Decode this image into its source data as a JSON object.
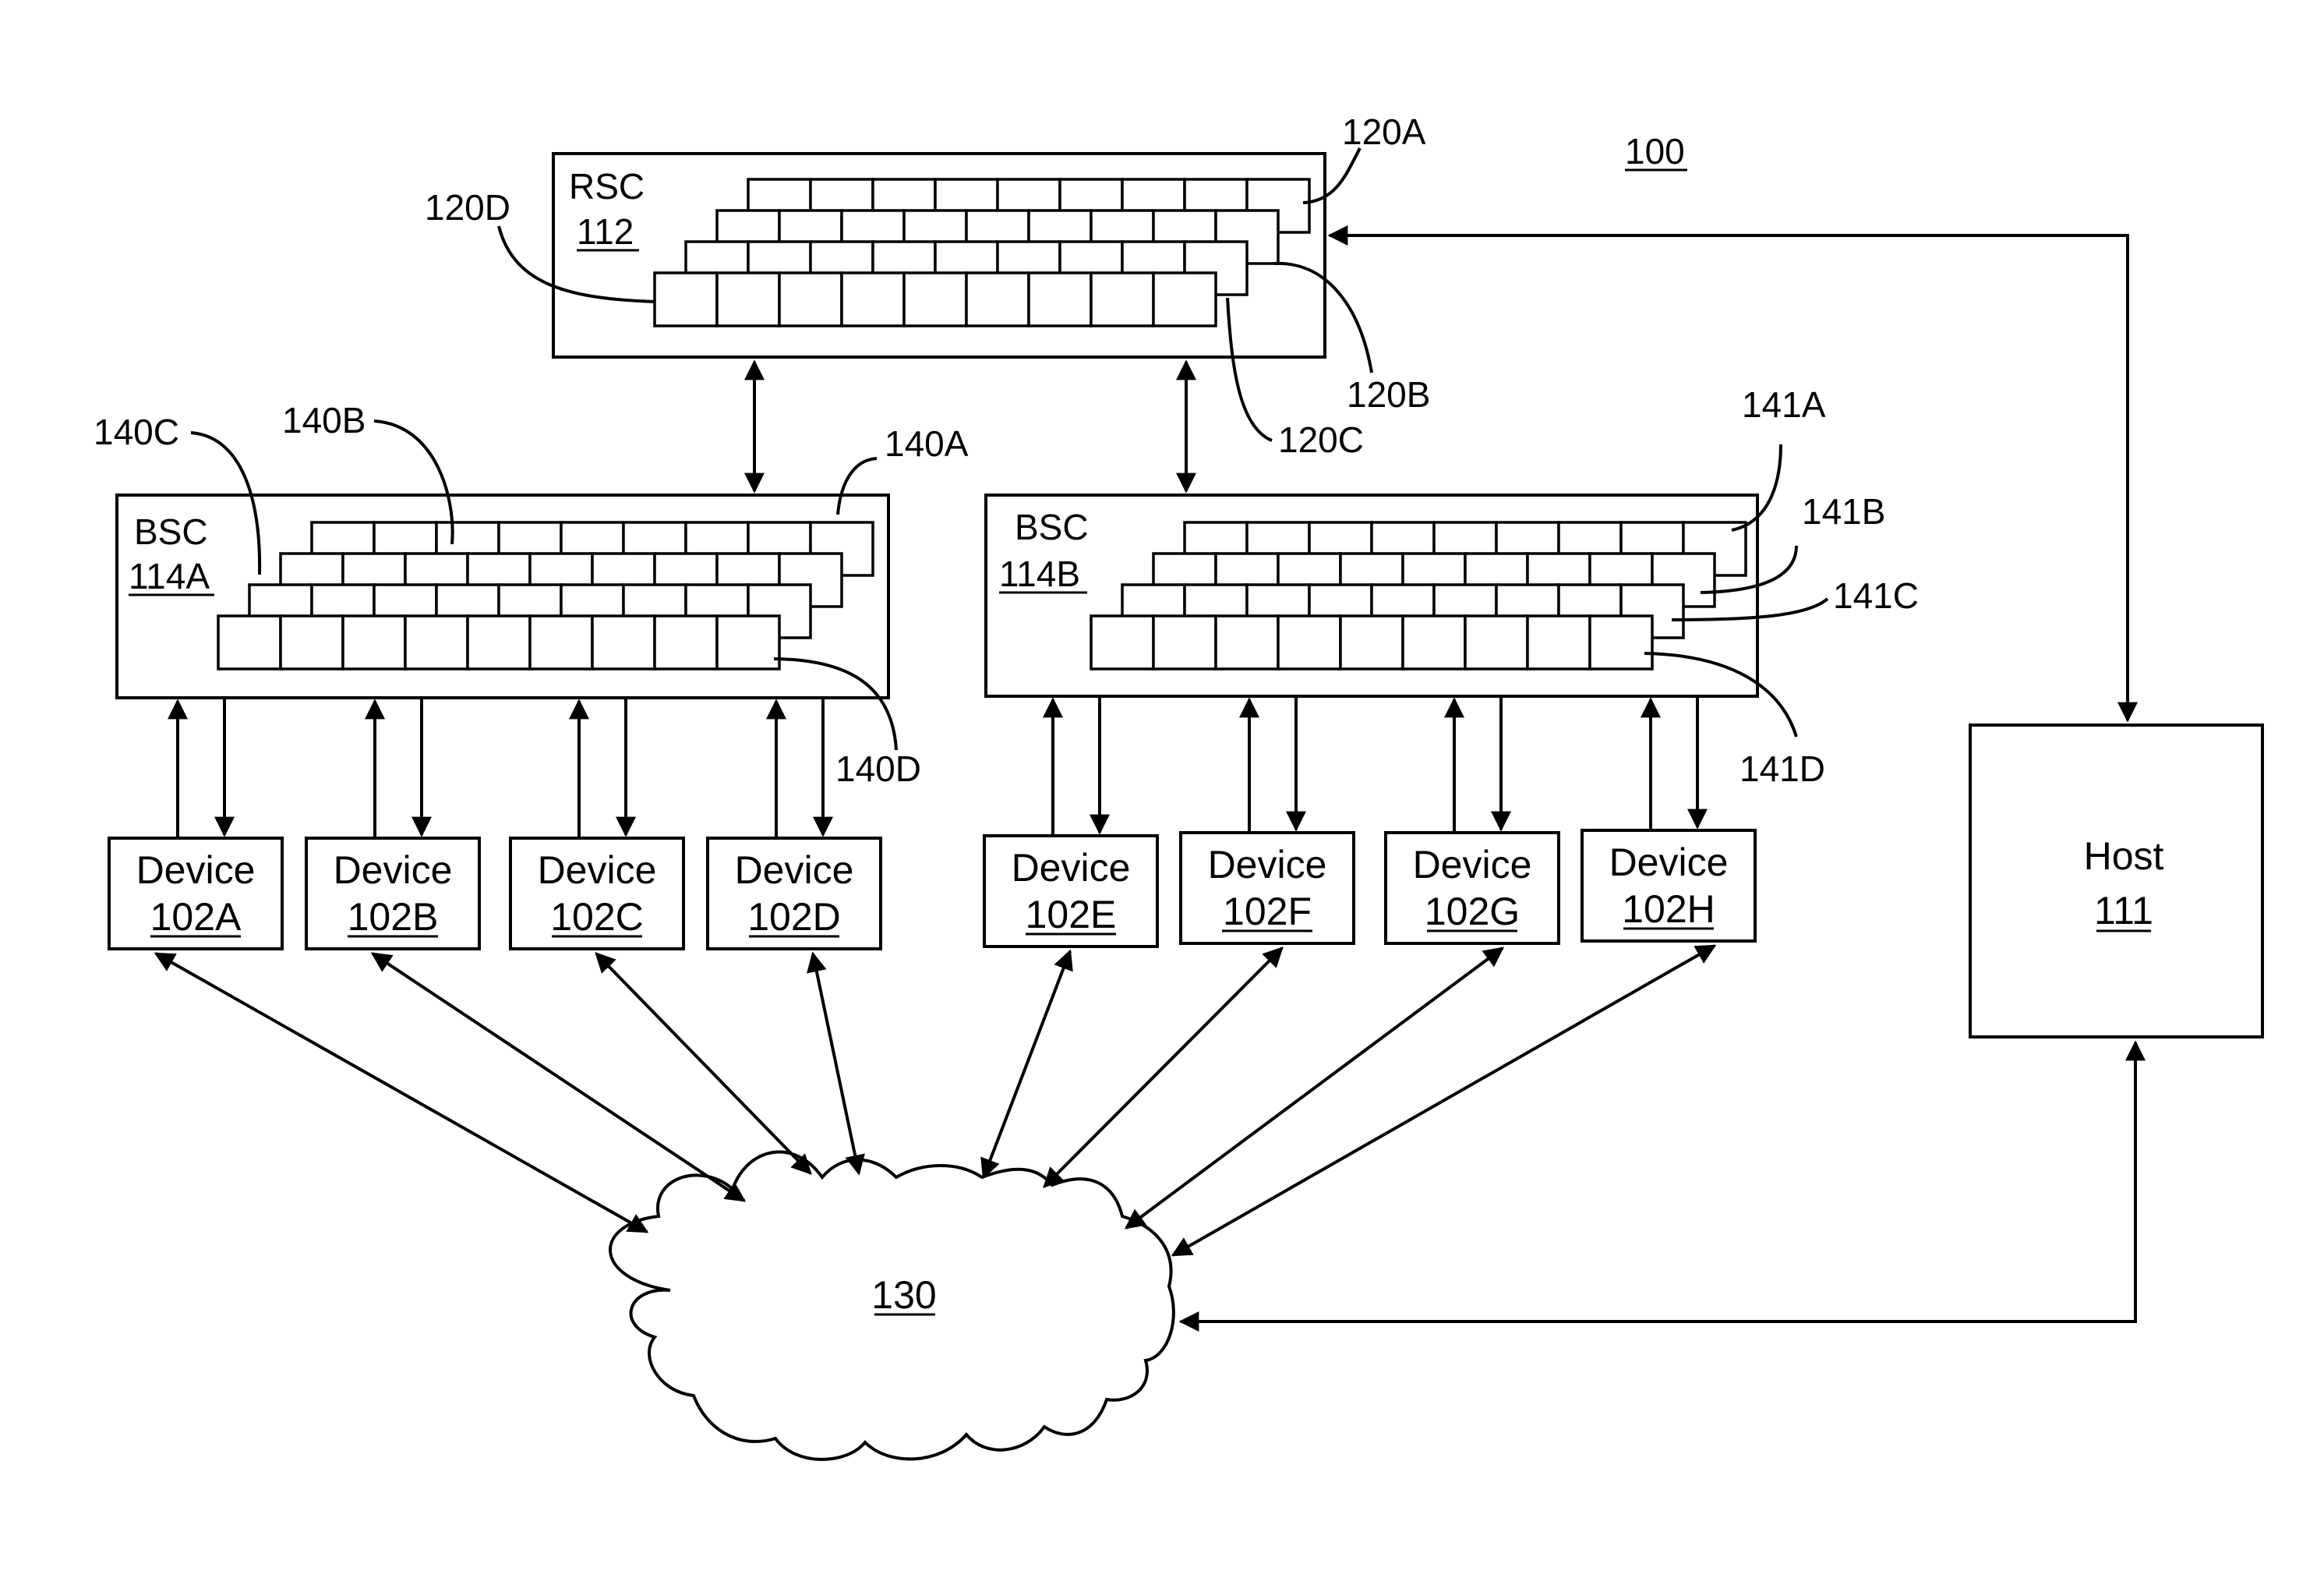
{
  "figure": {
    "ref": "100"
  },
  "rsc": {
    "name": "RSC",
    "ref": "112",
    "queues": [
      "120A",
      "120B",
      "120C",
      "120D"
    ]
  },
  "bsc_a": {
    "name": "BSC",
    "ref": "114A",
    "queues": [
      "140A",
      "140B",
      "140C",
      "140D"
    ]
  },
  "bsc_b": {
    "name": "BSC",
    "ref": "114B",
    "queues": [
      "141A",
      "141B",
      "141C",
      "141D"
    ]
  },
  "devices": [
    {
      "name": "Device",
      "ref": "102A"
    },
    {
      "name": "Device",
      "ref": "102B"
    },
    {
      "name": "Device",
      "ref": "102C"
    },
    {
      "name": "Device",
      "ref": "102D"
    },
    {
      "name": "Device",
      "ref": "102E"
    },
    {
      "name": "Device",
      "ref": "102F"
    },
    {
      "name": "Device",
      "ref": "102G"
    },
    {
      "name": "Device",
      "ref": "102H"
    }
  ],
  "host": {
    "name": "Host",
    "ref": "111"
  },
  "network": {
    "ref": "130"
  }
}
